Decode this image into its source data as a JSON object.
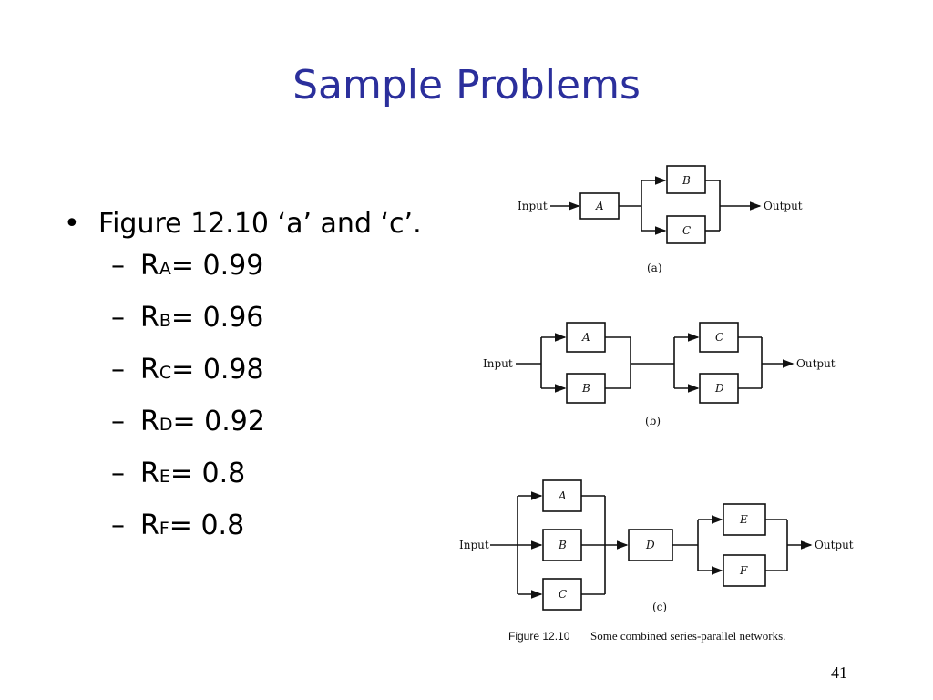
{
  "slide": {
    "title": "Sample Problems",
    "bullet": "Figure 12.10 ‘a’ and ‘c’.",
    "items": [
      {
        "main": "R",
        "sub": "A",
        "value": " = 0.99"
      },
      {
        "main": "R",
        "sub": "B",
        "value": " = 0.96"
      },
      {
        "main": "R",
        "sub": "C",
        "value": " = 0.98"
      },
      {
        "main": "R",
        "sub": "D",
        "value": " = 0.92"
      },
      {
        "main": "R",
        "sub": "E",
        "value": " = 0.8"
      },
      {
        "main": "R",
        "sub": "F",
        "value": " = 0.8"
      }
    ],
    "page_number": "41"
  },
  "figure": {
    "input_label": "Input",
    "output_label": "Output",
    "a": {
      "tag": "(a)",
      "blocks": [
        "A",
        "B",
        "C"
      ]
    },
    "b": {
      "tag": "(b)",
      "blocks": [
        "A",
        "B",
        "C",
        "D"
      ]
    },
    "c": {
      "tag": "(c)",
      "blocks": [
        "A",
        "B",
        "C",
        "D",
        "E",
        "F"
      ]
    },
    "caption_number": "Figure 12.10",
    "caption_text": "Some combined series-parallel networks."
  }
}
